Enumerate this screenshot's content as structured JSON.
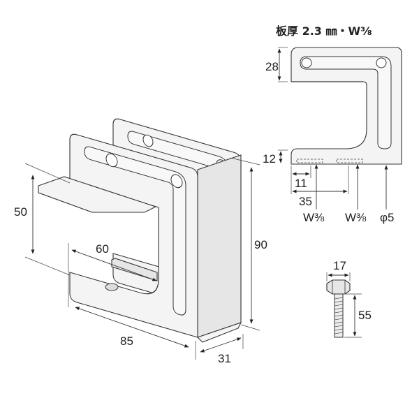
{
  "title": "板厚 2.3 ㎜・W⅜",
  "side_view": {
    "dims": {
      "top_arm": "28",
      "bottom_arm": "12",
      "hole1_offset": "11",
      "hole2_offset": "35"
    },
    "callouts": {
      "thread1": "W⅜",
      "thread2": "W⅜",
      "hole": "φ5"
    }
  },
  "iso_view": {
    "dims": {
      "opening": "50",
      "depth_inner": "60",
      "height": "90",
      "length": "85",
      "width": "31"
    }
  },
  "bolt": {
    "dims": {
      "head": "17",
      "length": "55"
    }
  }
}
